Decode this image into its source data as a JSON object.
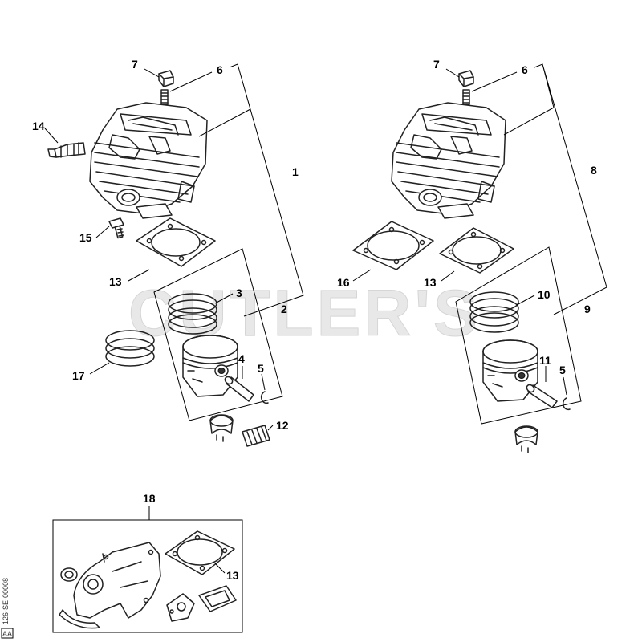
{
  "watermark": "CUTLER'S",
  "drawing_code": "126-SE-00008",
  "drawing_tag": "AA",
  "callouts": {
    "l_7": "7",
    "l_6": "6",
    "l_14": "14",
    "l_1": "1",
    "l_15": "15",
    "l_13": "13",
    "l_3": "3",
    "l_2": "2",
    "l_17": "17",
    "l_4": "4",
    "l_5": "5",
    "l_12": "12",
    "r_7": "7",
    "r_6": "6",
    "r_8": "8",
    "r_16": "16",
    "r_13": "13",
    "r_10": "10",
    "r_9": "9",
    "r_11": "11",
    "r_5": "5",
    "k_18": "18",
    "k_13": "13"
  }
}
